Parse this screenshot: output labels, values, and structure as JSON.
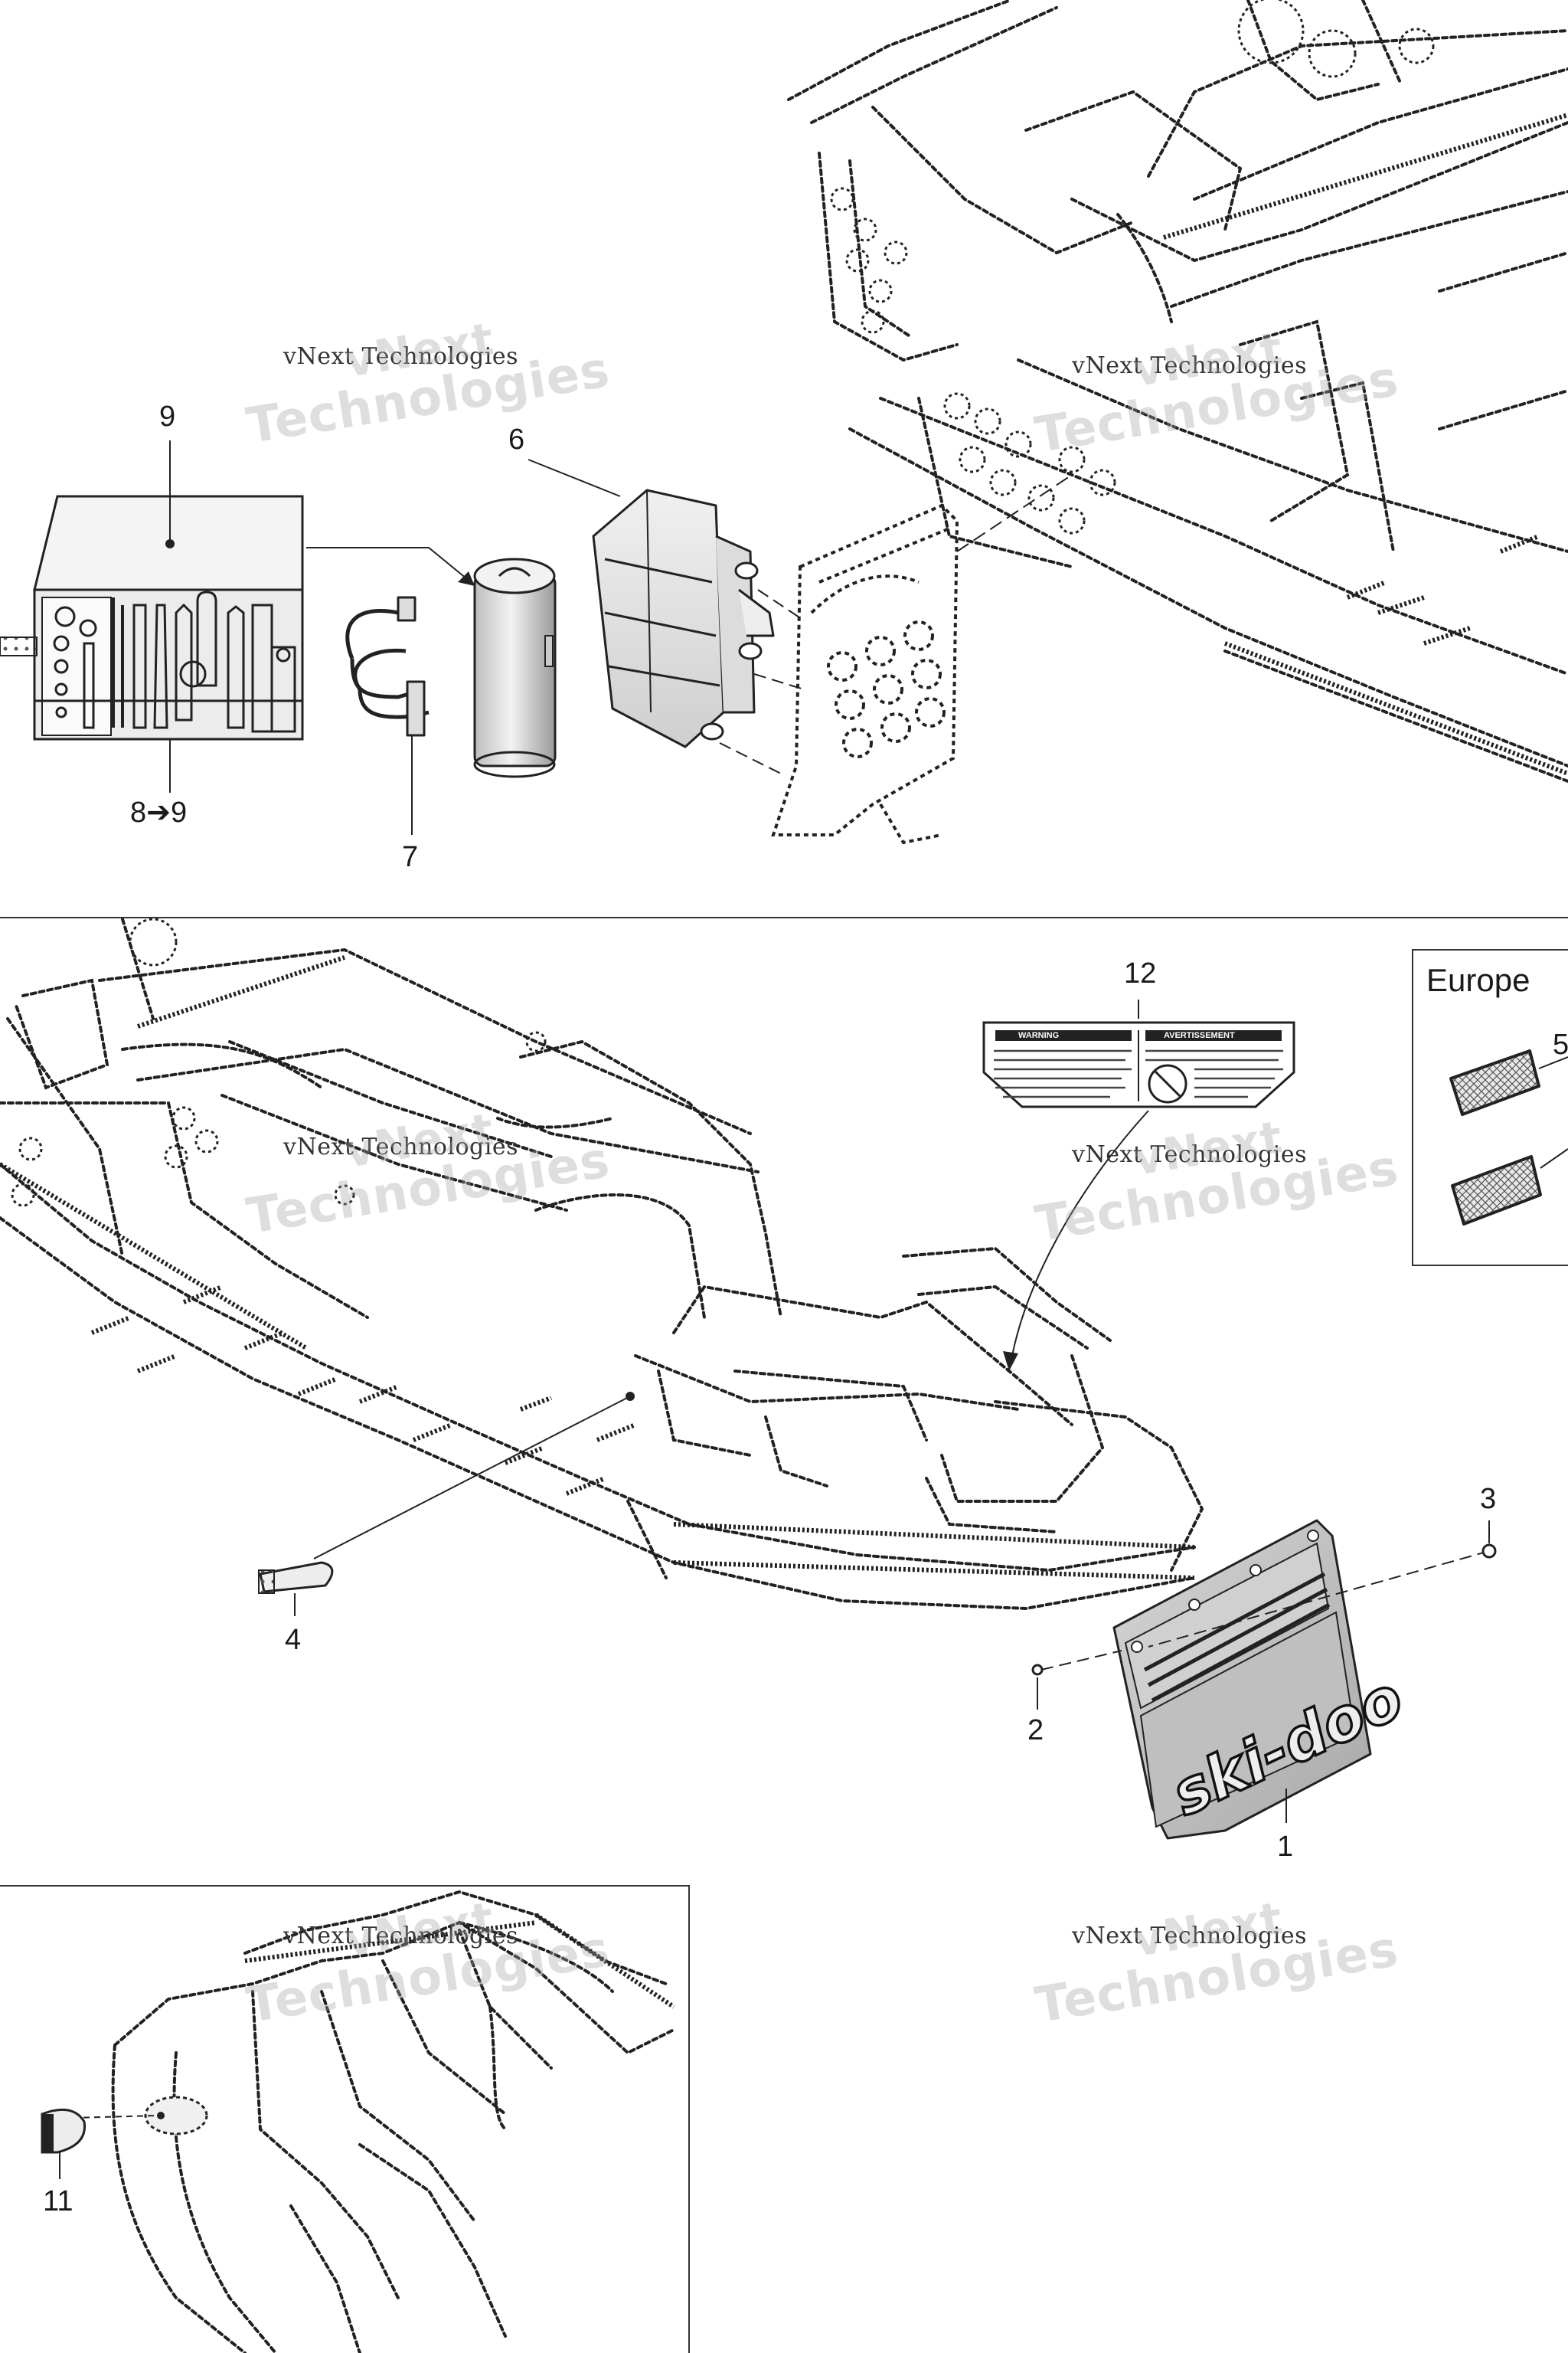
{
  "callouts": [
    {
      "id": "c1",
      "text": "1"
    },
    {
      "id": "c2",
      "text": "2"
    },
    {
      "id": "c3",
      "text": "3"
    },
    {
      "id": "c4",
      "text": "4"
    },
    {
      "id": "c5",
      "text": "5"
    },
    {
      "id": "c6",
      "text": "6"
    },
    {
      "id": "c7",
      "text": "7"
    },
    {
      "id": "c8to9",
      "text": "8➔9"
    },
    {
      "id": "c9",
      "text": "9"
    },
    {
      "id": "c11",
      "text": "11"
    },
    {
      "id": "c12",
      "text": "12"
    }
  ],
  "europe_label": "Europe",
  "decal_logo": "ski-doo",
  "warning_label": {
    "left_heading": "WARNING",
    "right_heading": "AVERTISSEMENT"
  },
  "watermark": {
    "line1": "vNext Technologies",
    "line2a": "vNext",
    "line2b": "Technologies"
  }
}
